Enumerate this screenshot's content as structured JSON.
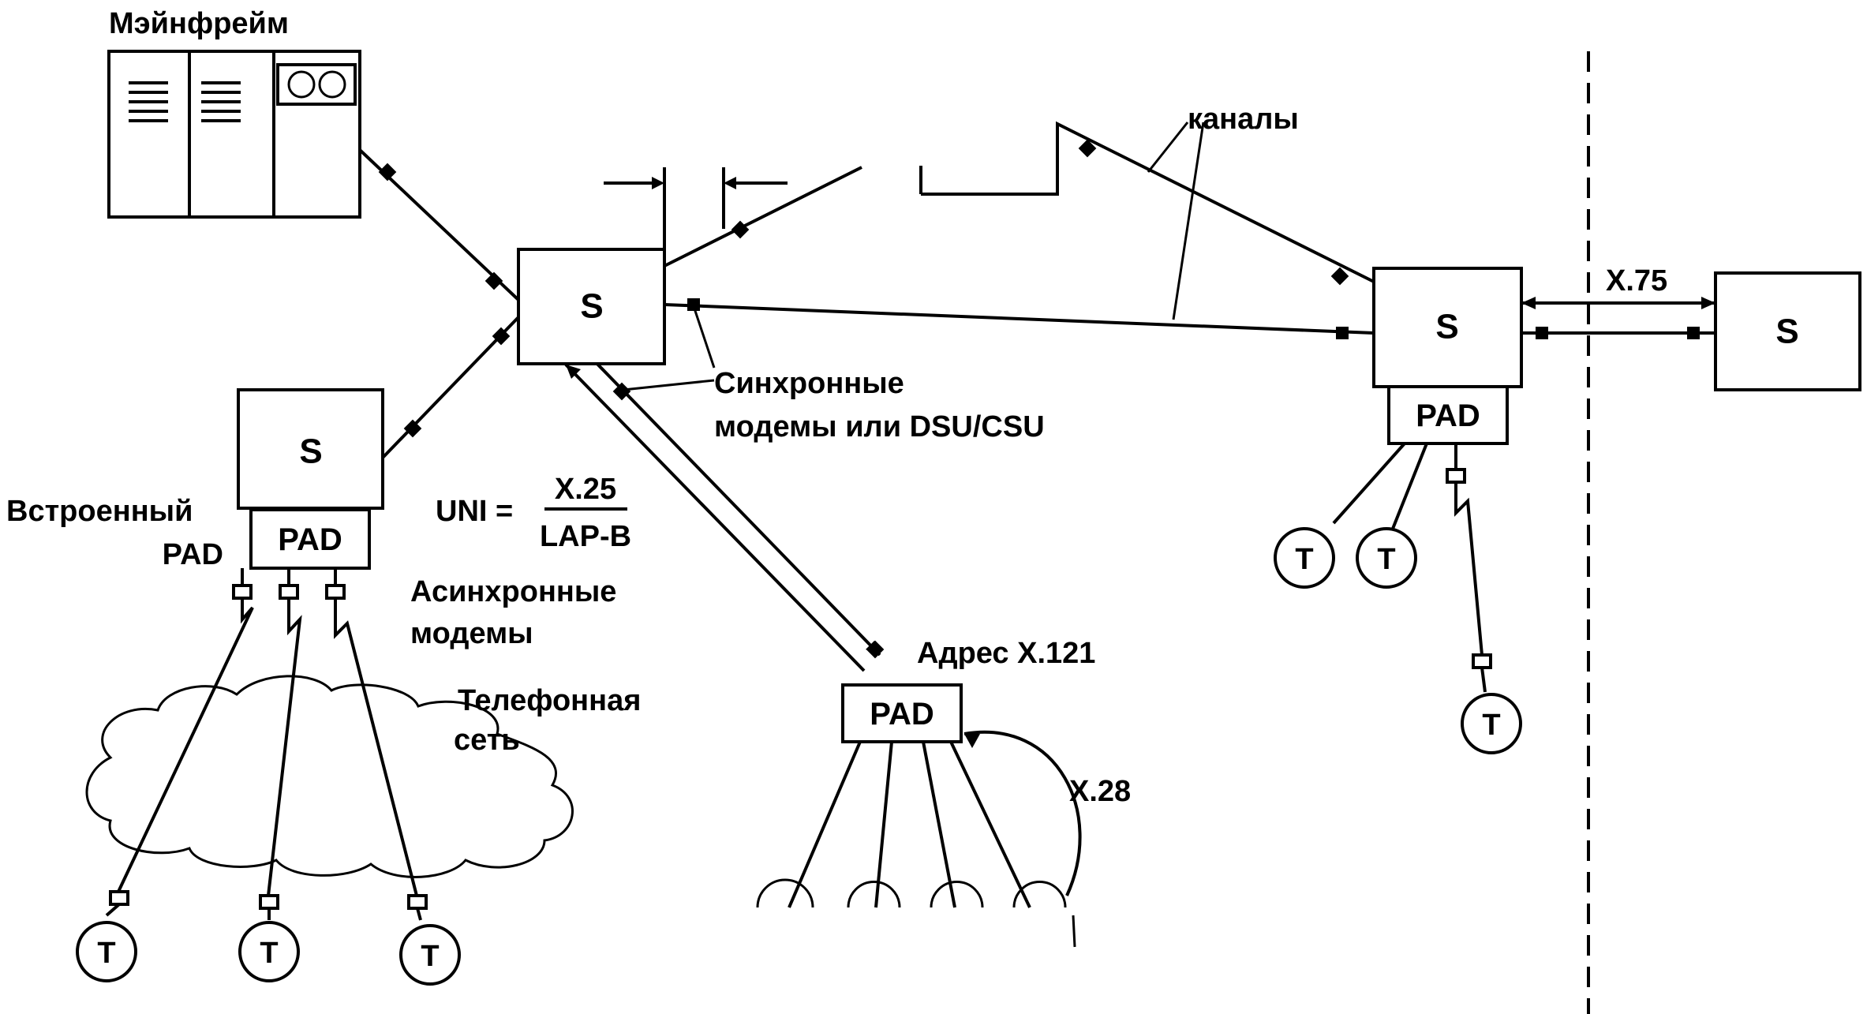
{
  "labels": {
    "mainframe": "Мэйнфрейм",
    "channels": "каналы",
    "sync_modems_line1": "Синхронные",
    "sync_modems_line2": "модемы или DSU/CSU",
    "builtin_pad_line1": "Встроенный",
    "builtin_pad_line2": "PAD",
    "uni_prefix": "UNI =",
    "uni_numerator": "X.25",
    "uni_denominator": "LAP-B",
    "async_modems_line1": "Асинхронные",
    "async_modems_line2": "модемы",
    "phone_net_line1": "Телефонная",
    "phone_net_line2": "сеть",
    "address": "Адрес X.121",
    "x28": "X.28",
    "x75": "X.75"
  },
  "nodes": {
    "switch": "S",
    "pad": "PAD",
    "terminal": "T"
  }
}
